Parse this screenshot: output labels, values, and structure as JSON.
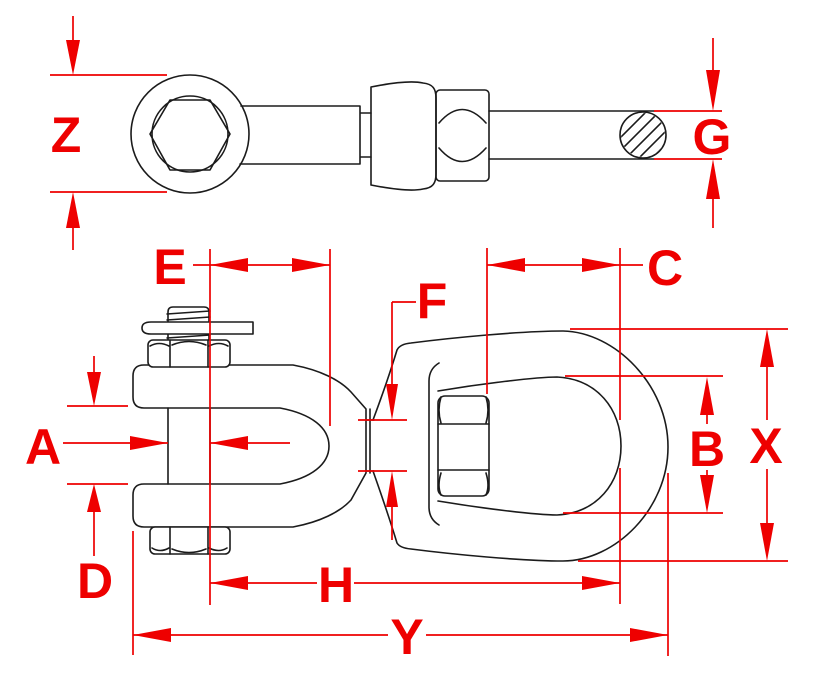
{
  "colors": {
    "background": "#ffffff",
    "part_outline": "#1b1b1b",
    "dimension_red": "#ee0000"
  },
  "drawing": {
    "type": "technical-dimension-drawing",
    "views": [
      "side-profile-view",
      "front-view"
    ]
  },
  "dimension_labels": {
    "Z": "Z",
    "G": "G",
    "E": "E",
    "F": "F",
    "C": "C",
    "A": "A",
    "B": "B",
    "X": "X",
    "D": "D",
    "H": "H",
    "Y": "Y"
  }
}
